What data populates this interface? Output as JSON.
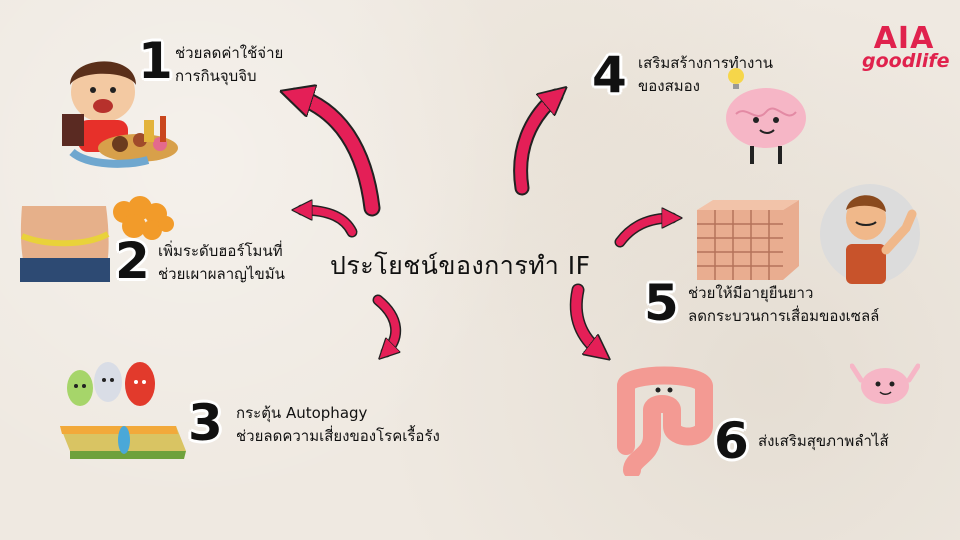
{
  "title": "ประโยชน์ของการทำ IF",
  "brand": {
    "name_top": "AIA",
    "name_bottom": "goodlife",
    "color": "#e0224d"
  },
  "arrow_color": "#e41f57",
  "benefits": [
    {
      "number": "1",
      "line1": "ช่วยลดค่าใช้จ่าย",
      "line2": "การกินจุบจิบ"
    },
    {
      "number": "2",
      "line1": "เพิ่มระดับฮอร์โมนที่",
      "line2": "ช่วยเผาผลาญไขมัน"
    },
    {
      "number": "3",
      "line1": "กระตุ้น Autophagy",
      "line2": "ช่วยลดความเสี่ยงของโรคเรื้อรัง"
    },
    {
      "number": "4",
      "line1": "เสริมสร้างการทำงาน",
      "line2": "ของสมอง"
    },
    {
      "number": "5",
      "line1": "ช่วยให้มีอายุยืนยาว",
      "line2": "ลดกระบวนการเสื่อมของเซลล์"
    },
    {
      "number": "6",
      "line1": "ส่งเสริมสุขภาพลำไส้",
      "line2": ""
    }
  ]
}
